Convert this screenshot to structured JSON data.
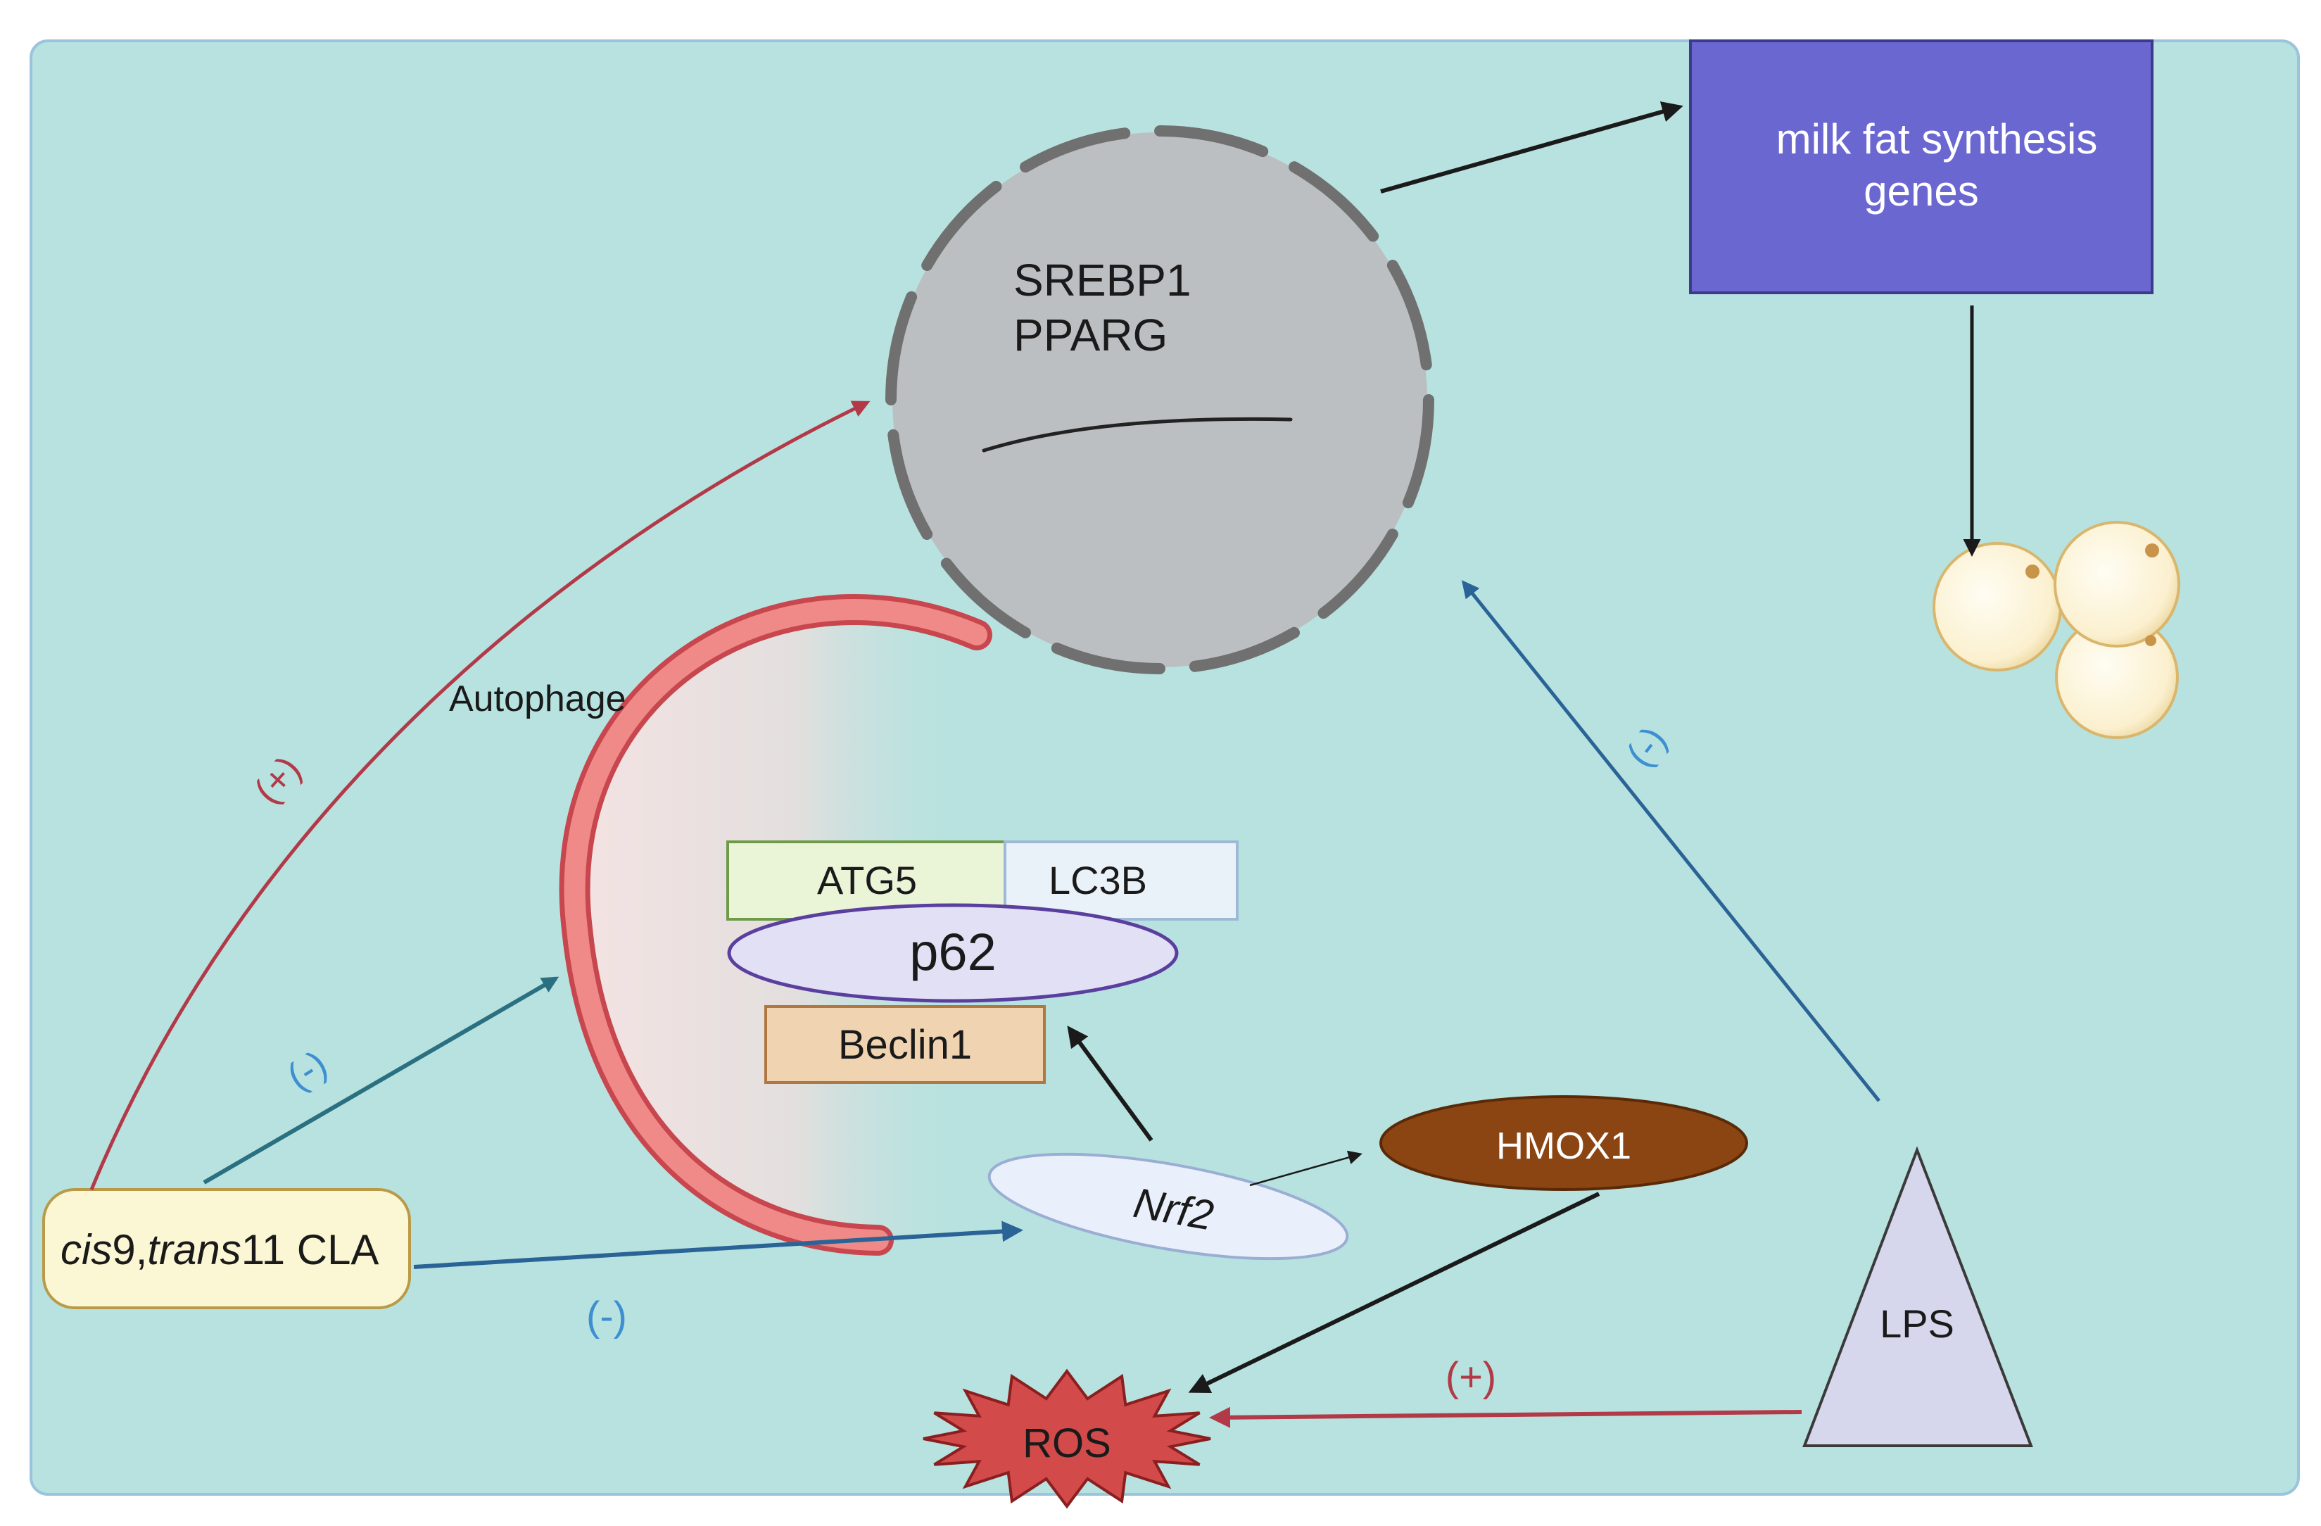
{
  "nodes": {
    "nucleus": {
      "line1": "SREBP1",
      "line2": "PPARG"
    },
    "milk_genes": {
      "line1": "milk fat synthesis",
      "line2": "genes"
    },
    "autophage": "Autophage",
    "atg5": "ATG5",
    "lc3b": "LC3B",
    "p62": "p62",
    "beclin1": "Beclin1",
    "nrf2": "Nrf2",
    "hmox1": "HMOX1",
    "cla": {
      "part1": "cis",
      "part2": "9,",
      "part3": "trans",
      "part4": "11 CLA"
    },
    "lps": "LPS",
    "ros": "ROS"
  },
  "signs": {
    "cla_to_nucleus": "(+)",
    "cla_to_autophagy": "(-)",
    "cla_to_nrf2": "(-)",
    "lps_to_nucleus": "(-)",
    "lps_to_ros": "(+)"
  },
  "colors": {
    "background": "#b7e2df",
    "positive": "#b23a48",
    "negative_label": "#3d8fd1",
    "negative_arrow": "#2a6496",
    "neutral_arrow": "#1a1a1a",
    "milk_box": "#6b67d1",
    "hmox1": "#8b4513",
    "ros": "#d24a4a"
  }
}
